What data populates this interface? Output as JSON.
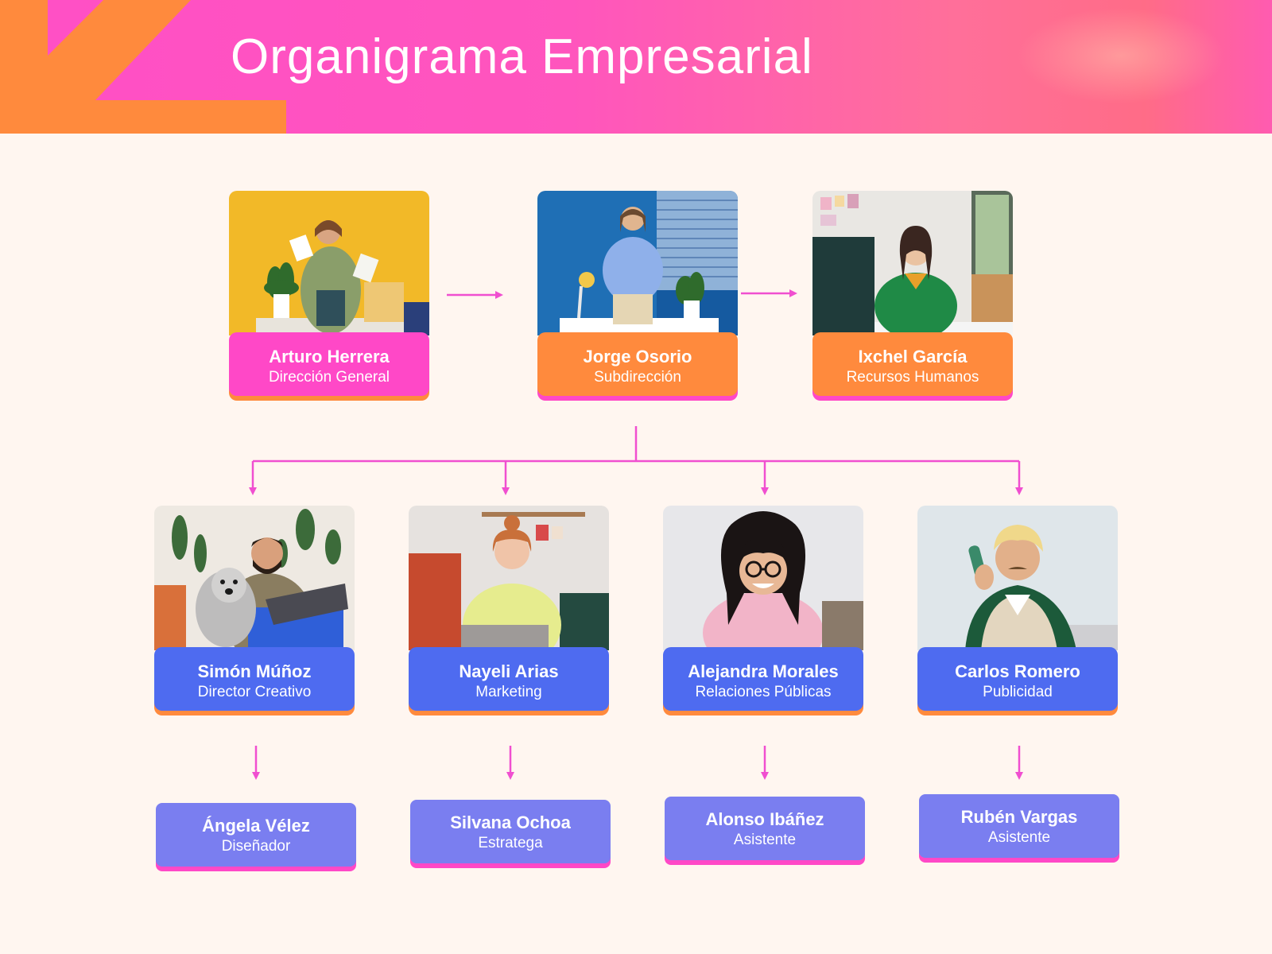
{
  "header": {
    "title": "Organigrama Empresarial"
  },
  "colors": {
    "pink": "#ff48c7",
    "orange": "#ff8a3d",
    "blue": "#4e6bf0",
    "lavender": "#7a7ef0",
    "background": "#fff6f0"
  },
  "top_row": [
    {
      "name": "Arturo Herrera",
      "role": "Dirección General",
      "photo": "man-yellow-backdrop-photo"
    },
    {
      "name": "Jorge Osorio",
      "role": "Subdirección",
      "photo": "man-blue-backdrop-photo"
    },
    {
      "name": "Ixchel García",
      "role": "Recursos Humanos",
      "photo": "woman-at-computer-photo"
    }
  ],
  "managers": [
    {
      "name": "Simón Múñoz",
      "role": "Director Creativo",
      "photo": "man-with-dog-photo"
    },
    {
      "name": "Nayeli Arias",
      "role": "Marketing",
      "photo": "woman-at-laptop-photo"
    },
    {
      "name": "Alejandra Morales",
      "role": "Relaciones Públicas",
      "photo": "smiling-woman-glasses-photo"
    },
    {
      "name": "Carlos Romero",
      "role": "Publicidad",
      "photo": "man-on-phone-photo"
    }
  ],
  "staff": [
    {
      "name": "Ángela Vélez",
      "role": "Diseñador"
    },
    {
      "name": "Silvana Ochoa",
      "role": "Estratega"
    },
    {
      "name": "Alonso Ibáñez",
      "role": "Asistente"
    },
    {
      "name": "Rubén Vargas",
      "role": "Asistente"
    }
  ]
}
